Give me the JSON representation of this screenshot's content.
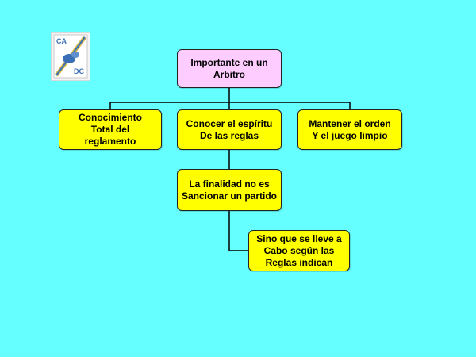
{
  "diagram": {
    "colors": {
      "background": "#66ffff",
      "root_fill": "#ffccff",
      "node_fill": "#ffff00",
      "border": "#222222",
      "connector": "#000000"
    },
    "logo": {
      "text_top": "CA",
      "text_bottom": "DC",
      "icon": "soccer-ball-emblem"
    },
    "nodes": {
      "root": "Importante en un\nArbitro",
      "knowledge": "Conocimiento\nTotal del\nreglamento",
      "spirit": "Conocer el espíritu\nDe las reglas",
      "order": "Mantener el orden\nY el juego limpio",
      "purpose": "La finalidad no es\nSancionar un partido",
      "application": "Sino que se lleve a\nCabo según las\nReglas indican"
    },
    "edges": [
      {
        "from": "root",
        "to": "knowledge"
      },
      {
        "from": "root",
        "to": "spirit"
      },
      {
        "from": "root",
        "to": "order"
      },
      {
        "from": "spirit",
        "to": "purpose"
      },
      {
        "from": "purpose",
        "to": "application"
      }
    ]
  }
}
